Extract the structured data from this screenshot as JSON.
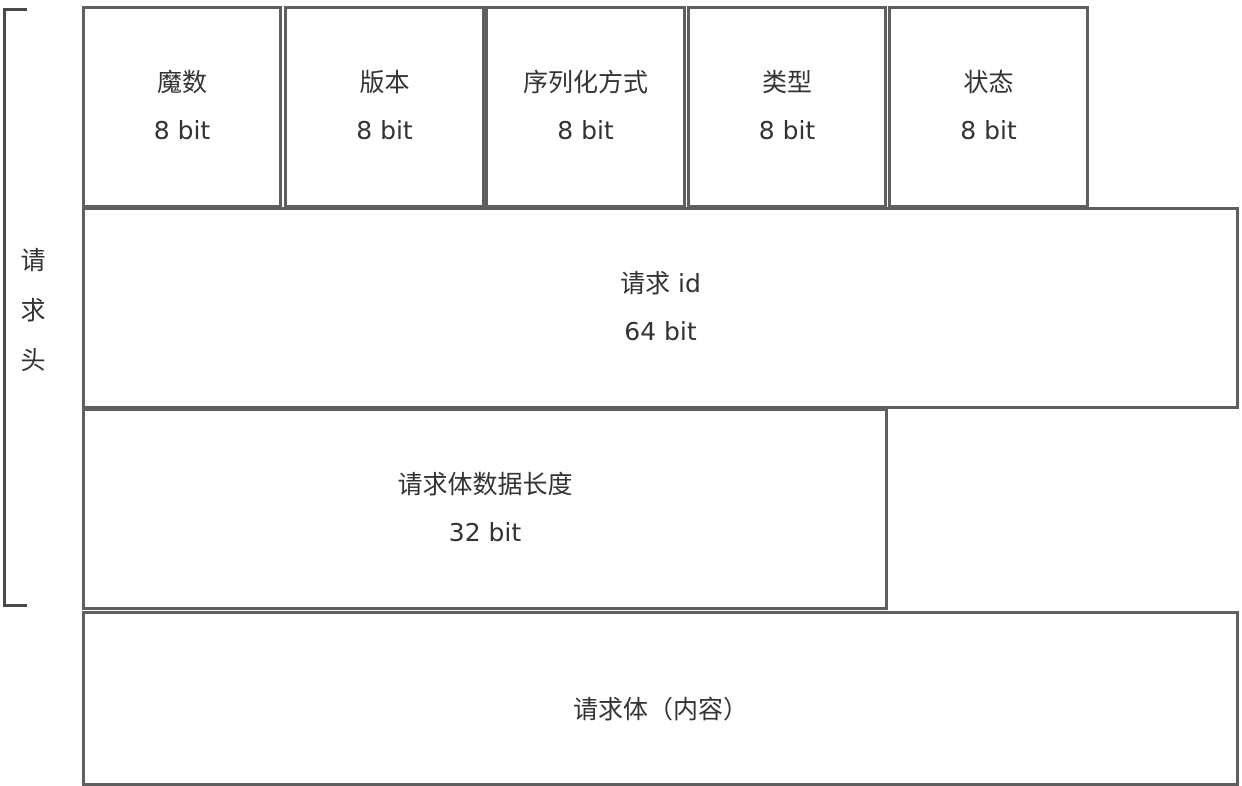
{
  "header_label": [
    "请",
    "求",
    "头"
  ],
  "fields": {
    "magic": {
      "name": "魔数",
      "size": "8 bit"
    },
    "version": {
      "name": "版本",
      "size": "8 bit"
    },
    "serial": {
      "name": "序列化方式",
      "size": "8 bit"
    },
    "type": {
      "name": "类型",
      "size": "8 bit"
    },
    "status": {
      "name": "状态",
      "size": "8 bit"
    },
    "request_id": {
      "name": "请求 id",
      "size": "64 bit"
    },
    "body_length": {
      "name": "请求体数据长度",
      "size": "32 bit"
    },
    "body": {
      "name": "请求体（内容）"
    }
  }
}
